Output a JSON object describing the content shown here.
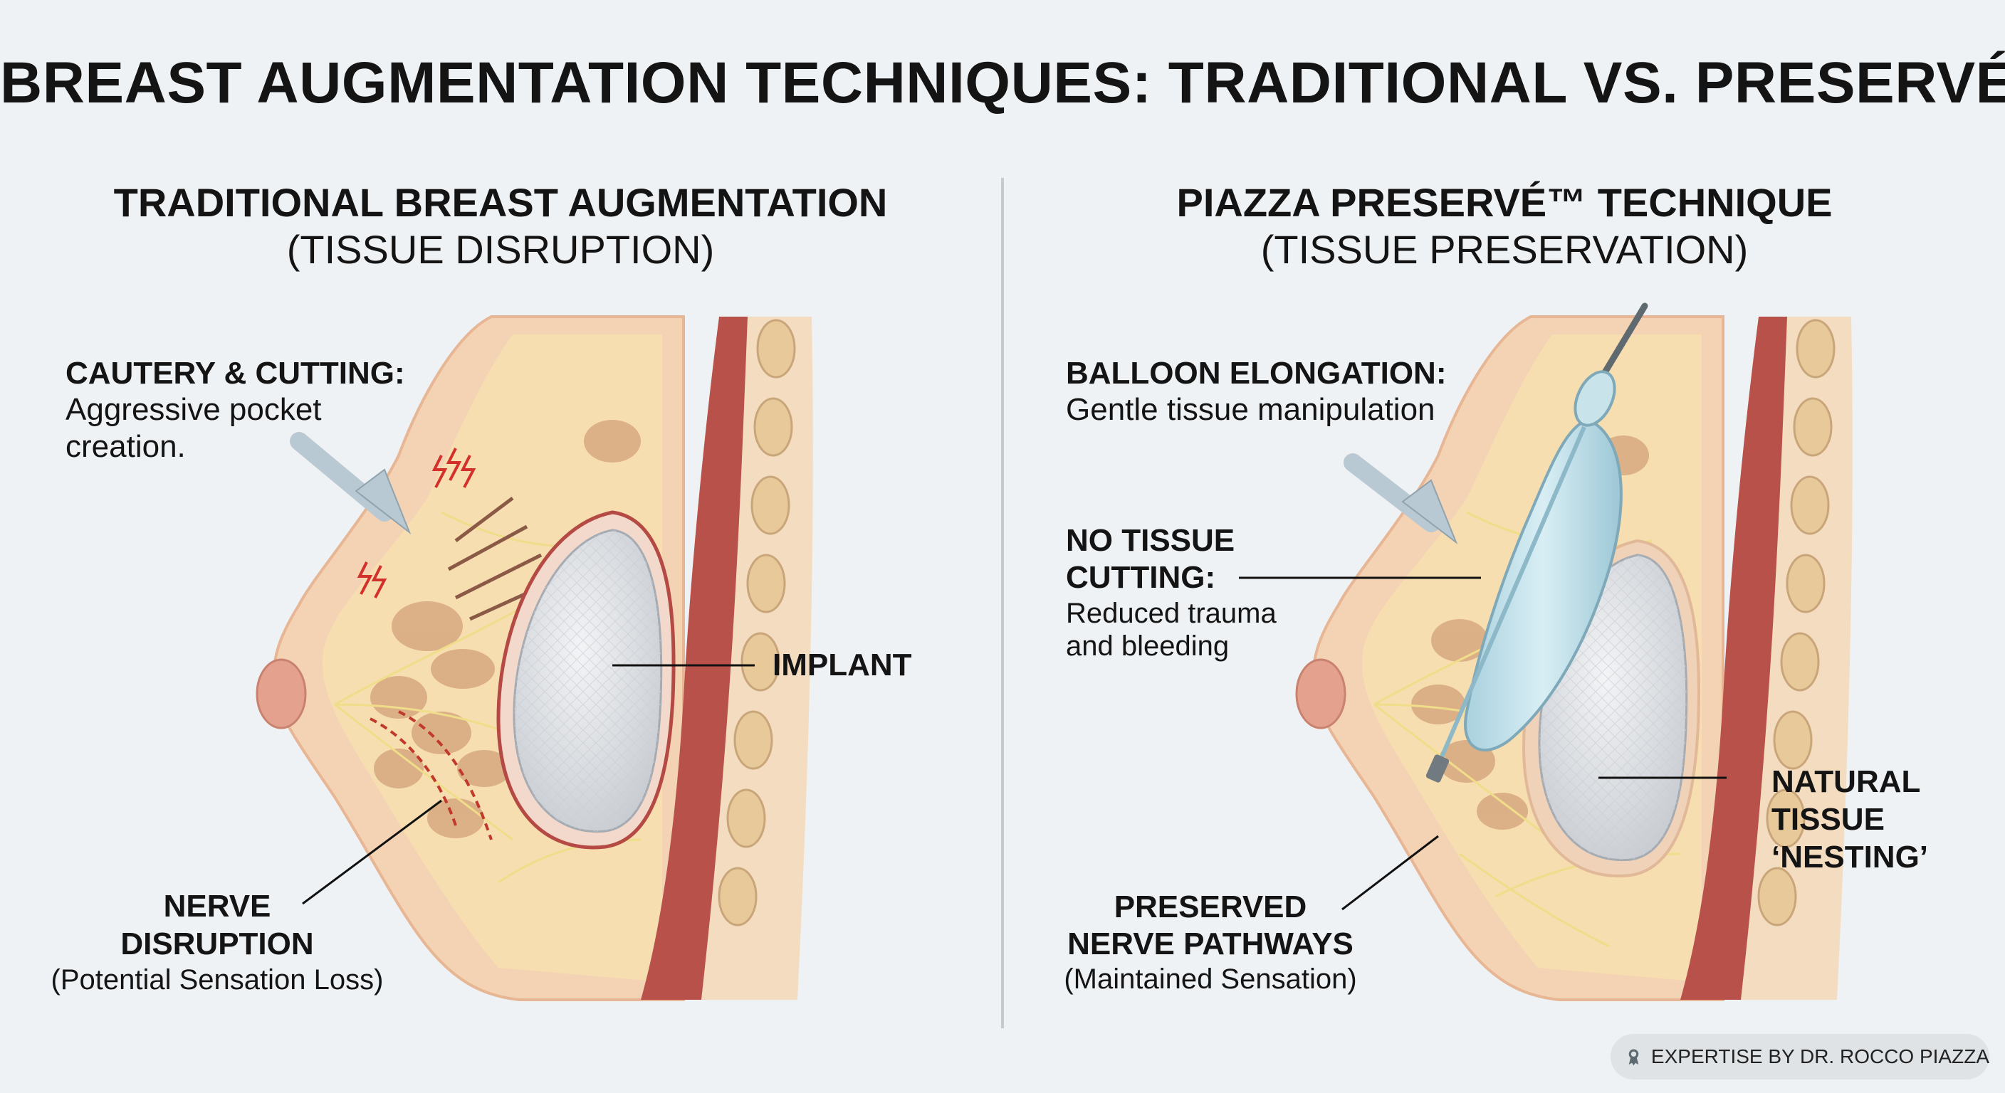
{
  "title": "BREAST AUGMENTATION TECHNIQUES: TRADITIONAL VS. PRESERVÉ™",
  "left": {
    "heading": "TRADITIONAL BREAST AUGMENTATION",
    "subheading": "(TISSUE DISRUPTION)",
    "cautery": {
      "title": "CAUTERY & CUTTING:",
      "line1": "Aggressive pocket",
      "line2": "creation."
    },
    "implant": "IMPLANT",
    "nerve": {
      "line1": "NERVE",
      "line2": "DISRUPTION",
      "note": "(Potential Sensation Loss)"
    }
  },
  "right": {
    "heading": "PIAZZA PRESERVÉ™ TECHNIQUE",
    "subheading": "(TISSUE PRESERVATION)",
    "balloon": {
      "title": "BALLOON ELONGATION:",
      "desc": "Gentle tissue manipulation"
    },
    "no_cutting": {
      "line1": "NO TISSUE",
      "line2": "CUTTING:",
      "desc1": "Reduced trauma",
      "desc2": "and bleeding"
    },
    "nesting": {
      "line1": "NATURAL",
      "line2": "TISSUE",
      "line3": "‘NESTING’"
    },
    "nerve": {
      "line1": "PRESERVED",
      "line2": "NERVE PATHWAYS",
      "note": "(Maintained Sensation)"
    }
  },
  "credit": "EXPERTISE BY DR. ROCCO PIAZZA",
  "colors": {
    "skin": "#f4d3b4",
    "fat": "#f6deb0",
    "gland": "#d9ac83",
    "muscle": "#b8514a",
    "rib": "#e8c99a",
    "nerve": "#f1e29a",
    "implant": "#dfe2e6",
    "balloon": "#b9dbe6",
    "arrow": "#b9c9d3",
    "bolt": "#d4302b"
  },
  "icons": [
    "ribbon-award-icon",
    "lightning-bolt-icon",
    "arrow-icon"
  ]
}
